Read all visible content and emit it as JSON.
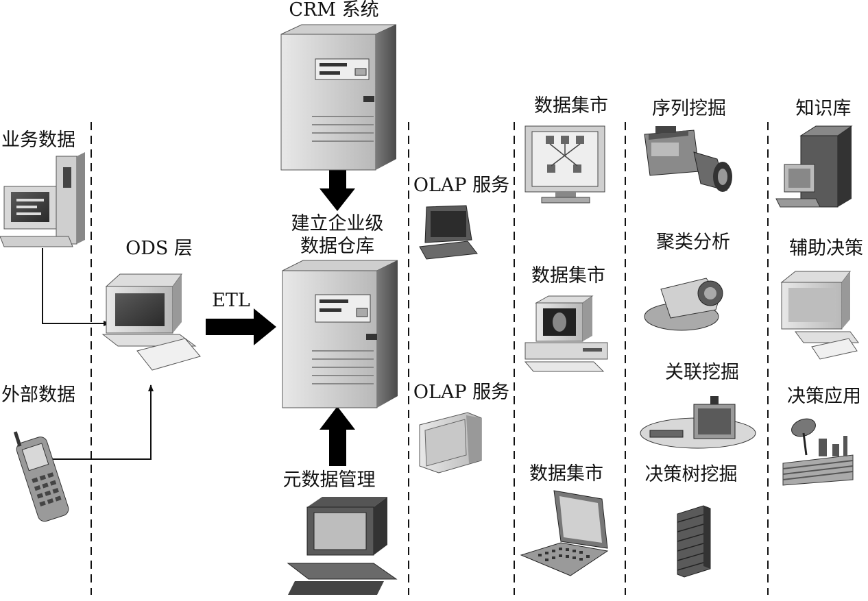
{
  "labels": {
    "crm_system": "CRM 系统",
    "business_data": "业务数据",
    "external_data": "外部数据",
    "ods_layer": "ODS 层",
    "etl": "ETL",
    "build_dw_line1": "建立企业级",
    "build_dw_line2": "数据仓库",
    "metadata_mgmt": "元数据管理",
    "olap_service_1": "OLAP 服务",
    "olap_service_2": "OLAP 服务",
    "data_mart_1": "数据集市",
    "data_mart_2": "数据集市",
    "data_mart_3": "数据集市",
    "sequence_mining": "序列挖掘",
    "clustering": "聚类分析",
    "association_mining": "关联挖掘",
    "decision_tree_mining": "决策树挖掘",
    "knowledge_base": "知识库",
    "decision_support": "辅助决策",
    "decision_app": "决策应用"
  },
  "colors": {
    "line": "#111111",
    "arrow": "#000000",
    "device_light": "#d4d4d4",
    "device_mid": "#9a9a9a",
    "device_dark": "#3c3c3c"
  }
}
